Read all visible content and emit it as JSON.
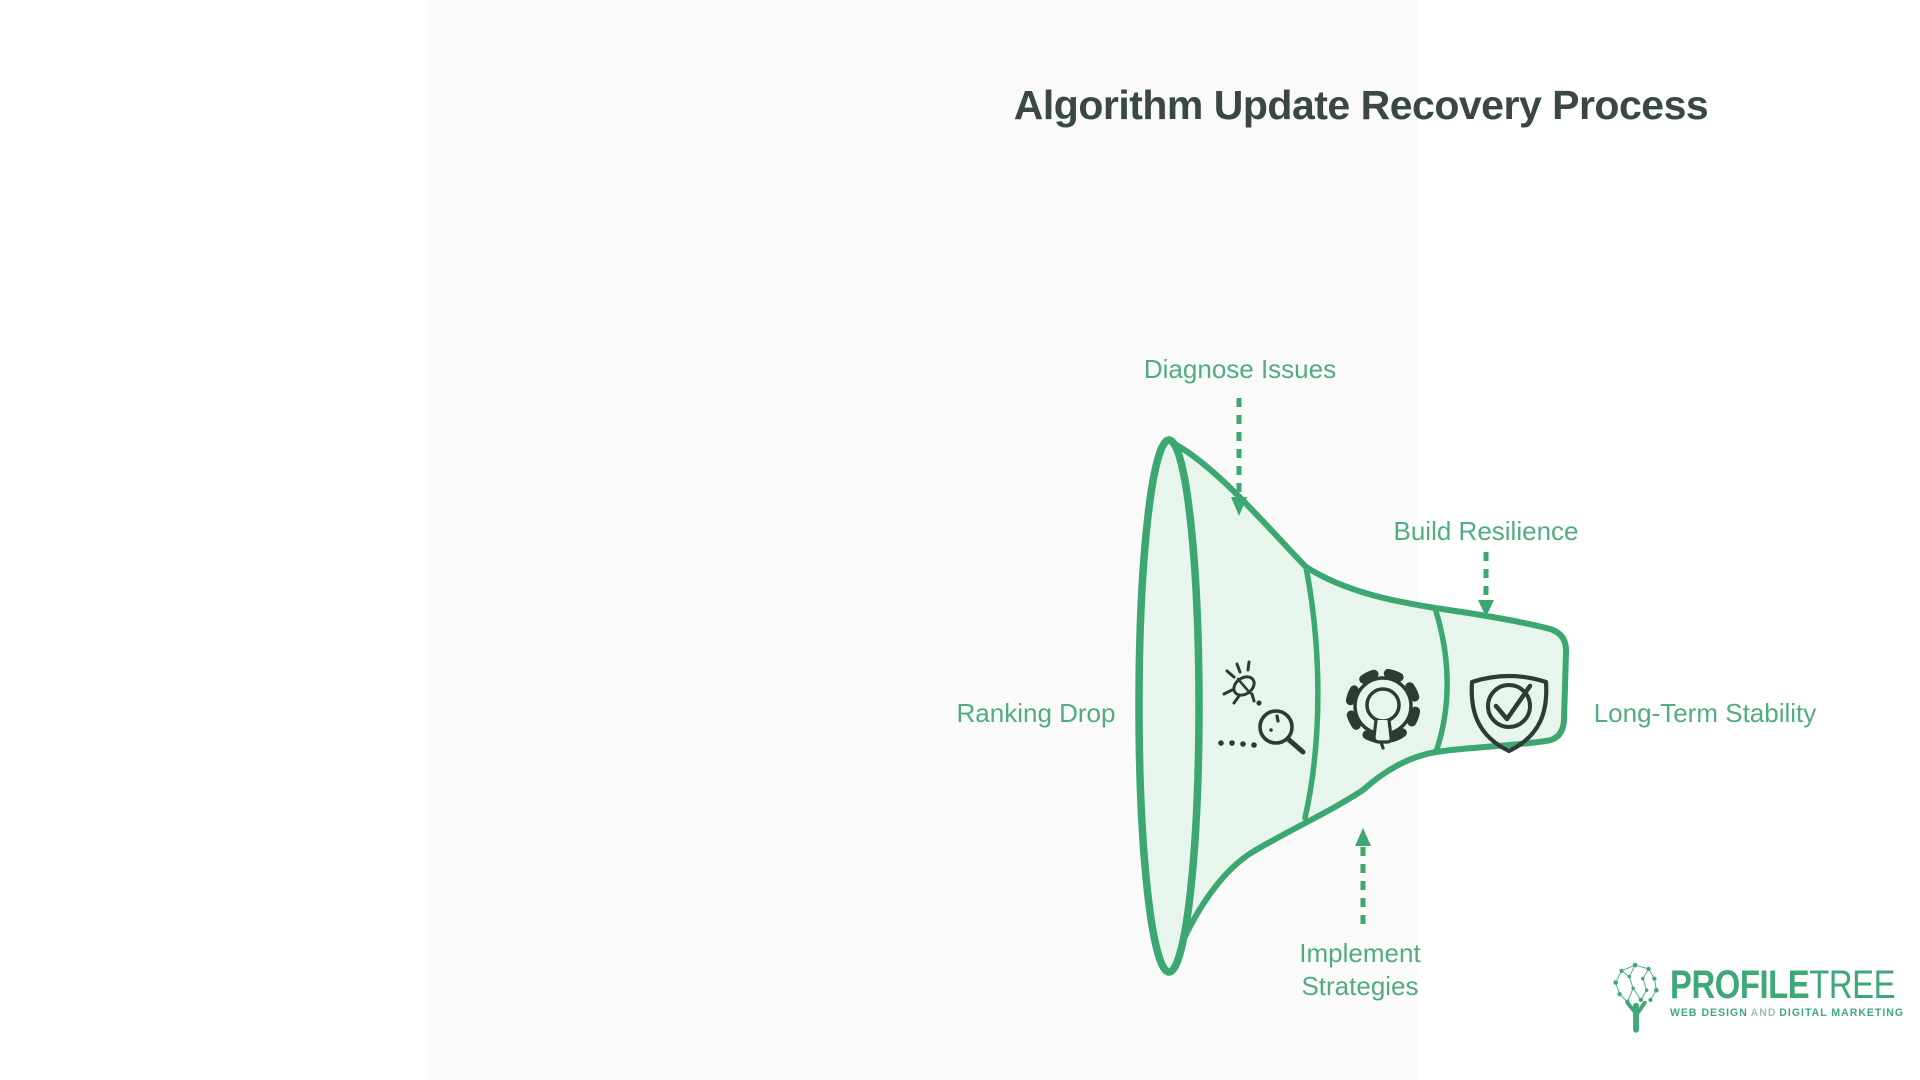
{
  "title": "Algorithm Update Recovery Process",
  "funnel": {
    "stage_labels": {
      "diagnose": "Diagnose Issues",
      "build": "Build Resilience",
      "implement": "Implement Strategies"
    },
    "input_label": "Ranking Drop",
    "output_label": "Long-Term Stability",
    "icons": [
      "bug-search-icon",
      "gear-lightbulb-icon",
      "shield-check-icon"
    ]
  },
  "branding": {
    "logo_text_bold": "PROFILE",
    "logo_text_light": "TREE",
    "tagline_lead": "WEB DESIGN",
    "tagline_and": "AND",
    "tagline_tail": "DIGITAL MARKETING"
  },
  "colors": {
    "accent_green": "#3ca770",
    "funnel_fill": "#e7f5ec",
    "label_green": "#52ac80",
    "title_color": "#3a4843",
    "icon_dark": "#2e3a34",
    "logo_green": "#3ea878",
    "canvas_background": "#fafafa"
  }
}
